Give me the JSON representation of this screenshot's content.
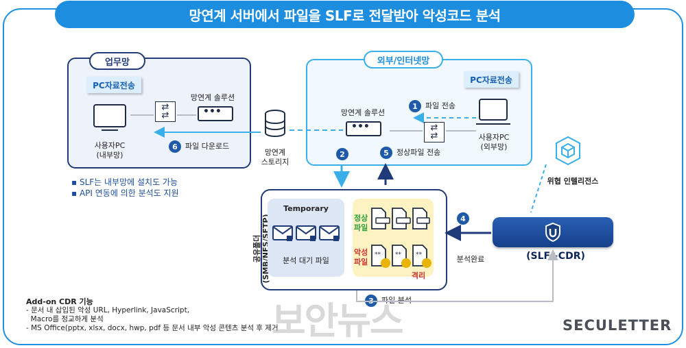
{
  "title": "망연계 서버에서 파일을 SLF로 전달받아 악성코드 분석",
  "zones": {
    "internal": "업무망",
    "external": "외부/인터넷망"
  },
  "pc_transfer": "PC자료전송",
  "internal_pc": {
    "line1": "사용자PC",
    "line2": "(내부망)"
  },
  "external_pc": {
    "line1": "사용자PC",
    "line2": "(외부망)"
  },
  "solution_internal": "망연계 솔루션",
  "solution_external": "망연계 솔루션",
  "storage": {
    "line1": "망연계",
    "line2": "스토리지"
  },
  "steps": {
    "s1": {
      "num": "1",
      "text": "파일 전송"
    },
    "s2": {
      "num": "2"
    },
    "s3": {
      "num": "3",
      "text": "파일 분석"
    },
    "s4": {
      "num": "4",
      "text": "분석완료"
    },
    "s5": {
      "num": "5",
      "text": "정상파일 전송"
    },
    "s6": {
      "num": "6",
      "text": "파일 다운로드"
    }
  },
  "bullets": [
    "SLF는 내부망에 설치도 가능",
    "API 연동에 의한 분석도 지원"
  ],
  "shared_folder": {
    "line1": "공유폴더",
    "line2": "(SMB/NFS/SFTP)"
  },
  "temporary": {
    "title": "Temporary",
    "caption": "분석 대기 파일"
  },
  "quarantine": {
    "normal": {
      "line1": "정상",
      "line2": "파일"
    },
    "malicious": {
      "line1": "악성",
      "line2": "파일"
    },
    "isolate": "격리"
  },
  "threat_intel": "위협 인텔리전스",
  "slf_cdr": "(SLF+CDR)",
  "addon": {
    "heading": "Add-on CDR 기능",
    "line1": "- 문서 내 삽입된 악성 URL, Hyperlink, JavaScript,",
    "line2": "  Macro를 정교하게 분석",
    "line3": "- MS Office(pptx, xlsx, docx, hwp, pdf 등 문서 내부 악성 콘텐츠 분석 후 제거"
  },
  "brand": "SECULETTER",
  "watermark": "보안뉴스",
  "colors": {
    "title_bg": "#1c8ddf",
    "internal_border": "#223a78",
    "external_border": "#3aaee8",
    "step_badge": "#1f5aa8",
    "slf_bar": "#1a4b9c",
    "normal_file_green": "#2e9e3a",
    "malicious_file_red": "#d0312d"
  }
}
